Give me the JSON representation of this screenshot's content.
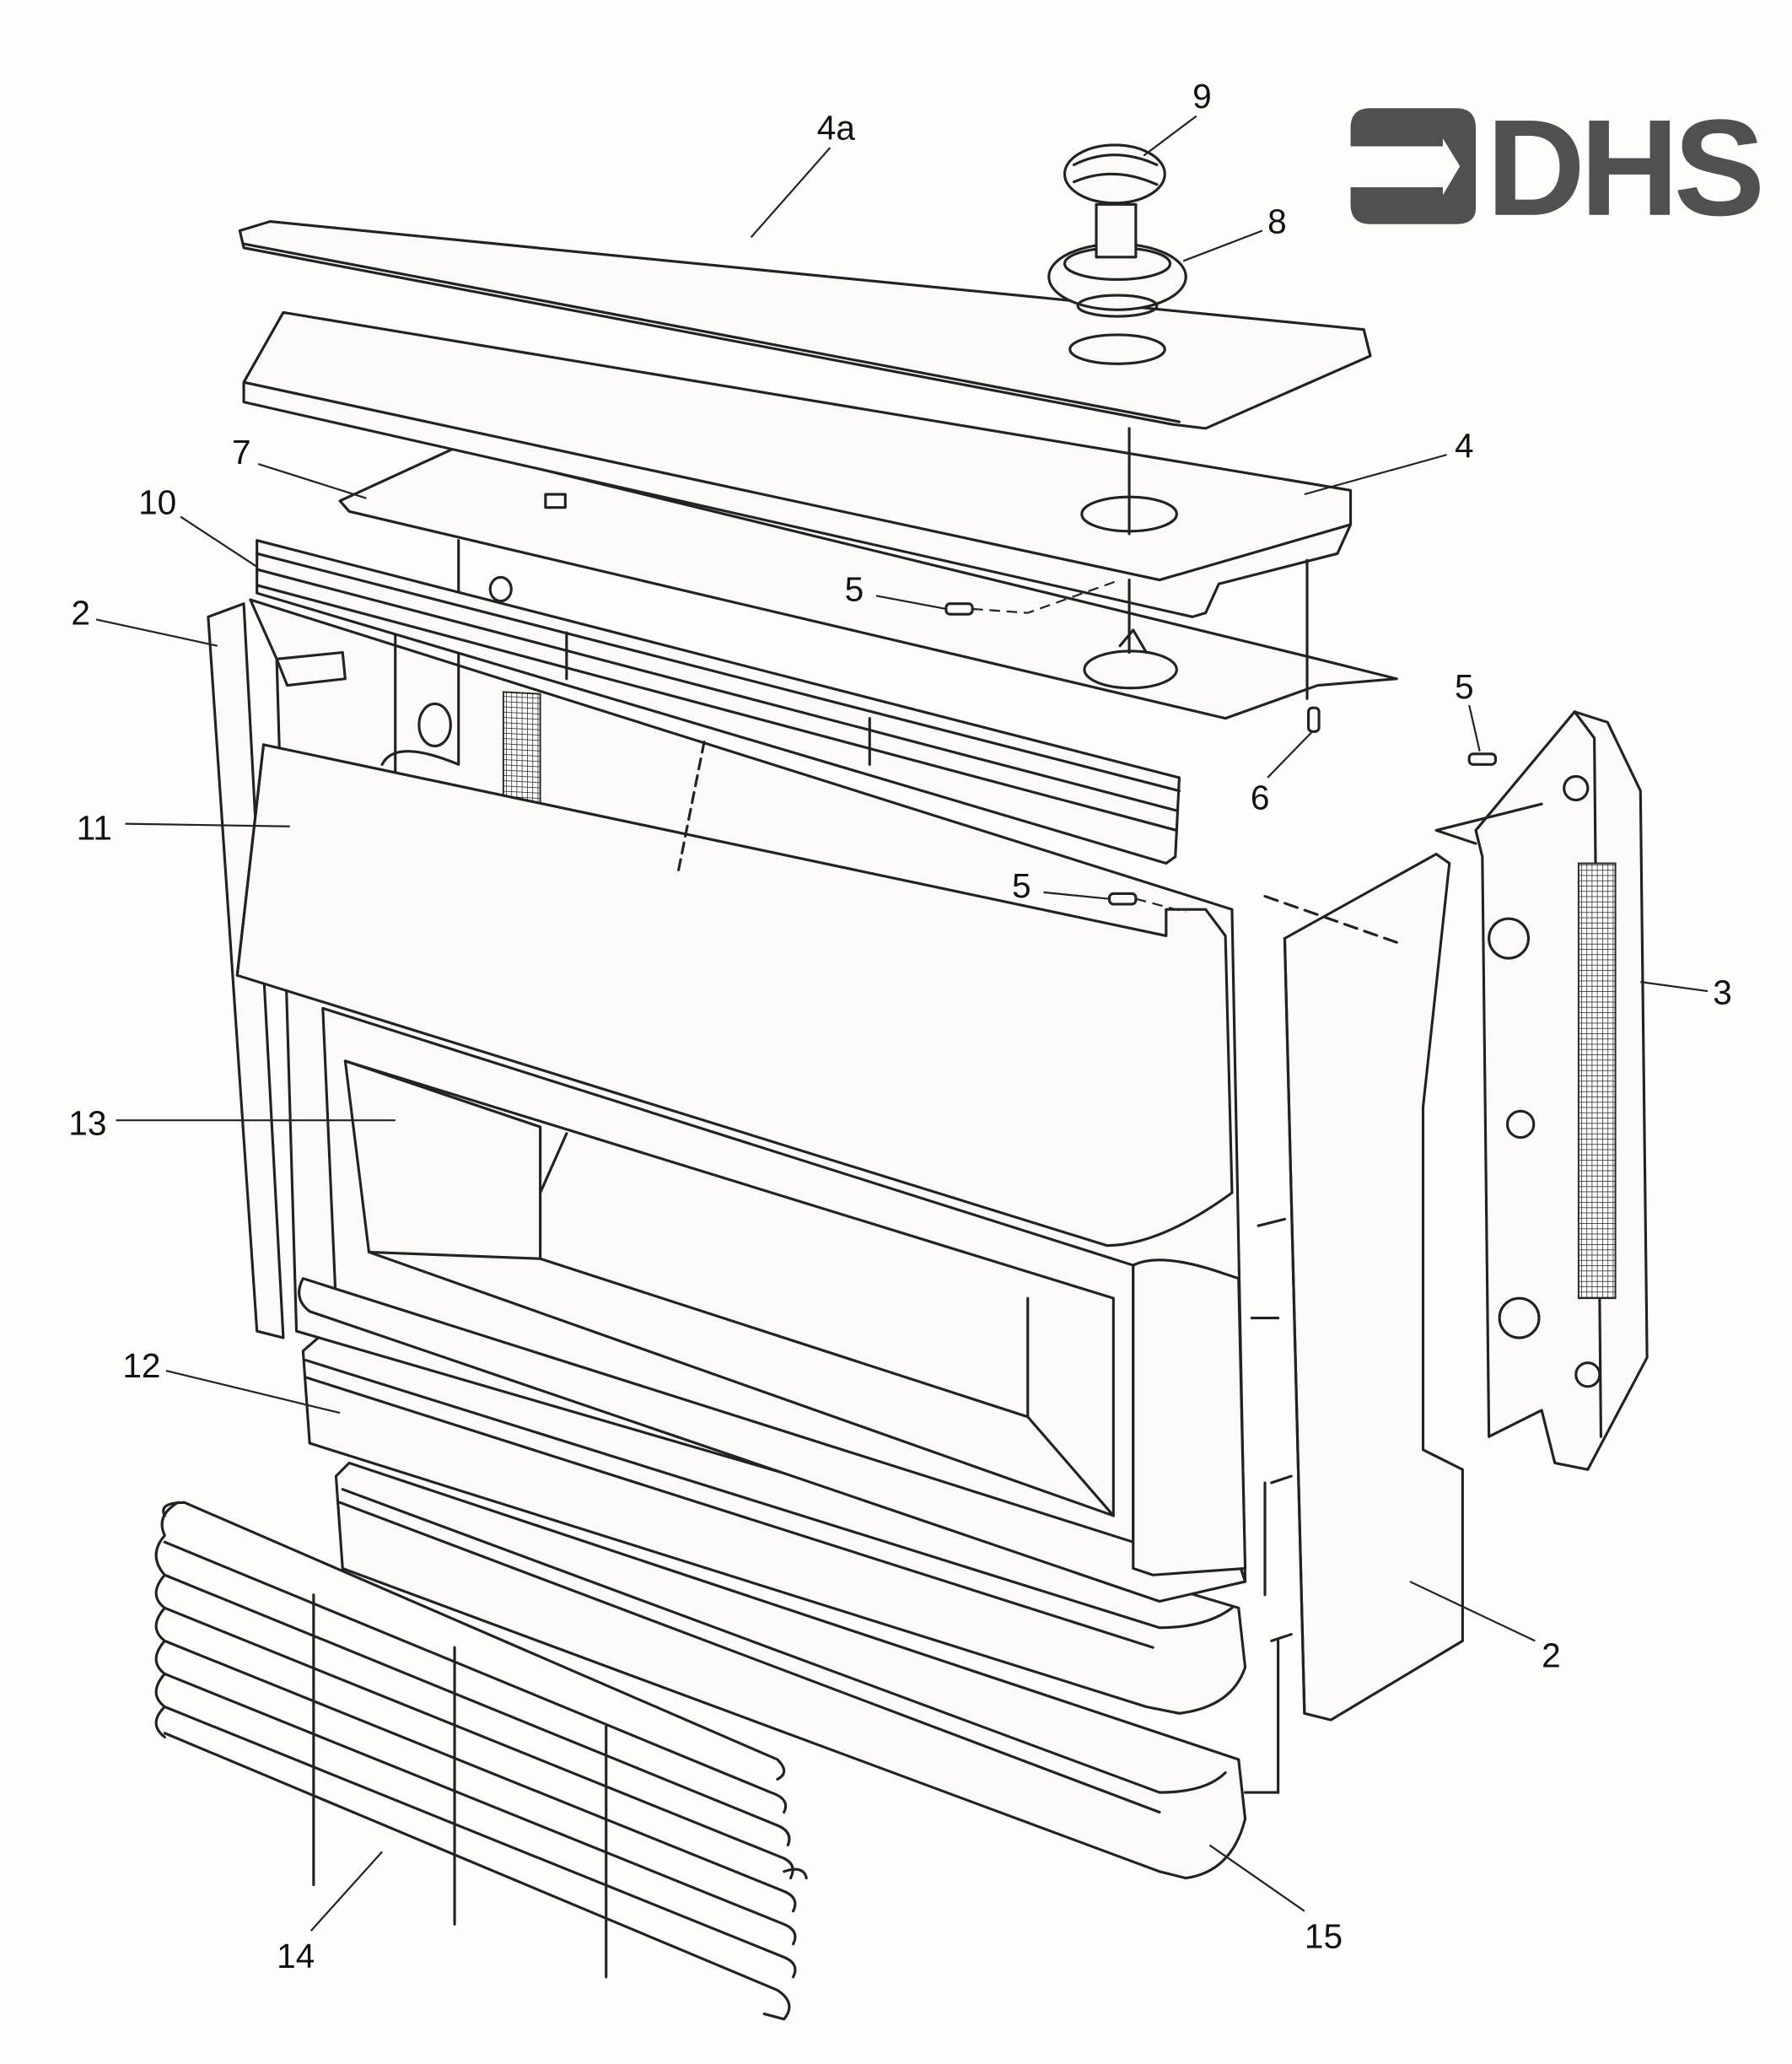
{
  "logo": {
    "text": "DHS",
    "color": "#505050"
  },
  "labels": {
    "l9": "9",
    "l4a": "4a",
    "l8": "8",
    "l4": "4",
    "l7": "7",
    "l10": "10",
    "l2_left": "2",
    "l5_top": "5",
    "l5_right": "5",
    "l6": "6",
    "l11": "11",
    "l5_mid": "5",
    "l3": "3",
    "l13": "13",
    "l12": "12",
    "l2_right": "2",
    "l15": "15",
    "l14": "14"
  }
}
